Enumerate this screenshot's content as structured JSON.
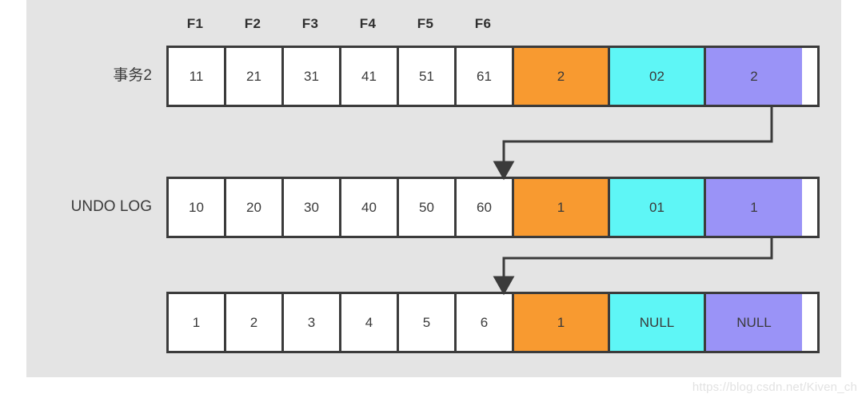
{
  "panel": {
    "background_color": "#e4e4e4"
  },
  "colors": {
    "orange": "#f89a30",
    "cyan": "#5ef6f6",
    "purple": "#9a93f7",
    "border": "#3b3b3b",
    "cell_background": "#ffffff",
    "text": "#3a3a3a"
  },
  "column_headers": [
    "F1",
    "F2",
    "F3",
    "F4",
    "F5",
    "F6"
  ],
  "rows": [
    {
      "label": "事务2",
      "cells": [
        {
          "value": "11",
          "style": "plain"
        },
        {
          "value": "21",
          "style": "plain"
        },
        {
          "value": "31",
          "style": "plain"
        },
        {
          "value": "41",
          "style": "plain"
        },
        {
          "value": "51",
          "style": "plain"
        },
        {
          "value": "61",
          "style": "plain"
        },
        {
          "value": "2",
          "style": "orange"
        },
        {
          "value": "02",
          "style": "cyan"
        },
        {
          "value": "2",
          "style": "purple"
        }
      ]
    },
    {
      "label": "UNDO LOG",
      "cells": [
        {
          "value": "10",
          "style": "plain"
        },
        {
          "value": "20",
          "style": "plain"
        },
        {
          "value": "30",
          "style": "plain"
        },
        {
          "value": "40",
          "style": "plain"
        },
        {
          "value": "50",
          "style": "plain"
        },
        {
          "value": "60",
          "style": "plain"
        },
        {
          "value": "1",
          "style": "orange"
        },
        {
          "value": "01",
          "style": "cyan"
        },
        {
          "value": "1",
          "style": "purple"
        }
      ]
    },
    {
      "label": "",
      "cells": [
        {
          "value": "1",
          "style": "plain"
        },
        {
          "value": "2",
          "style": "plain"
        },
        {
          "value": "3",
          "style": "plain"
        },
        {
          "value": "4",
          "style": "plain"
        },
        {
          "value": "5",
          "style": "plain"
        },
        {
          "value": "6",
          "style": "plain"
        },
        {
          "value": "1",
          "style": "orange"
        },
        {
          "value": "NULL",
          "style": "cyan"
        },
        {
          "value": "NULL",
          "style": "purple"
        }
      ]
    }
  ],
  "connectors": [
    {
      "from_row": 0,
      "to_row": 1
    },
    {
      "from_row": 1,
      "to_row": 2
    }
  ],
  "watermark": "https://blog.csdn.net/Kiven_ch"
}
